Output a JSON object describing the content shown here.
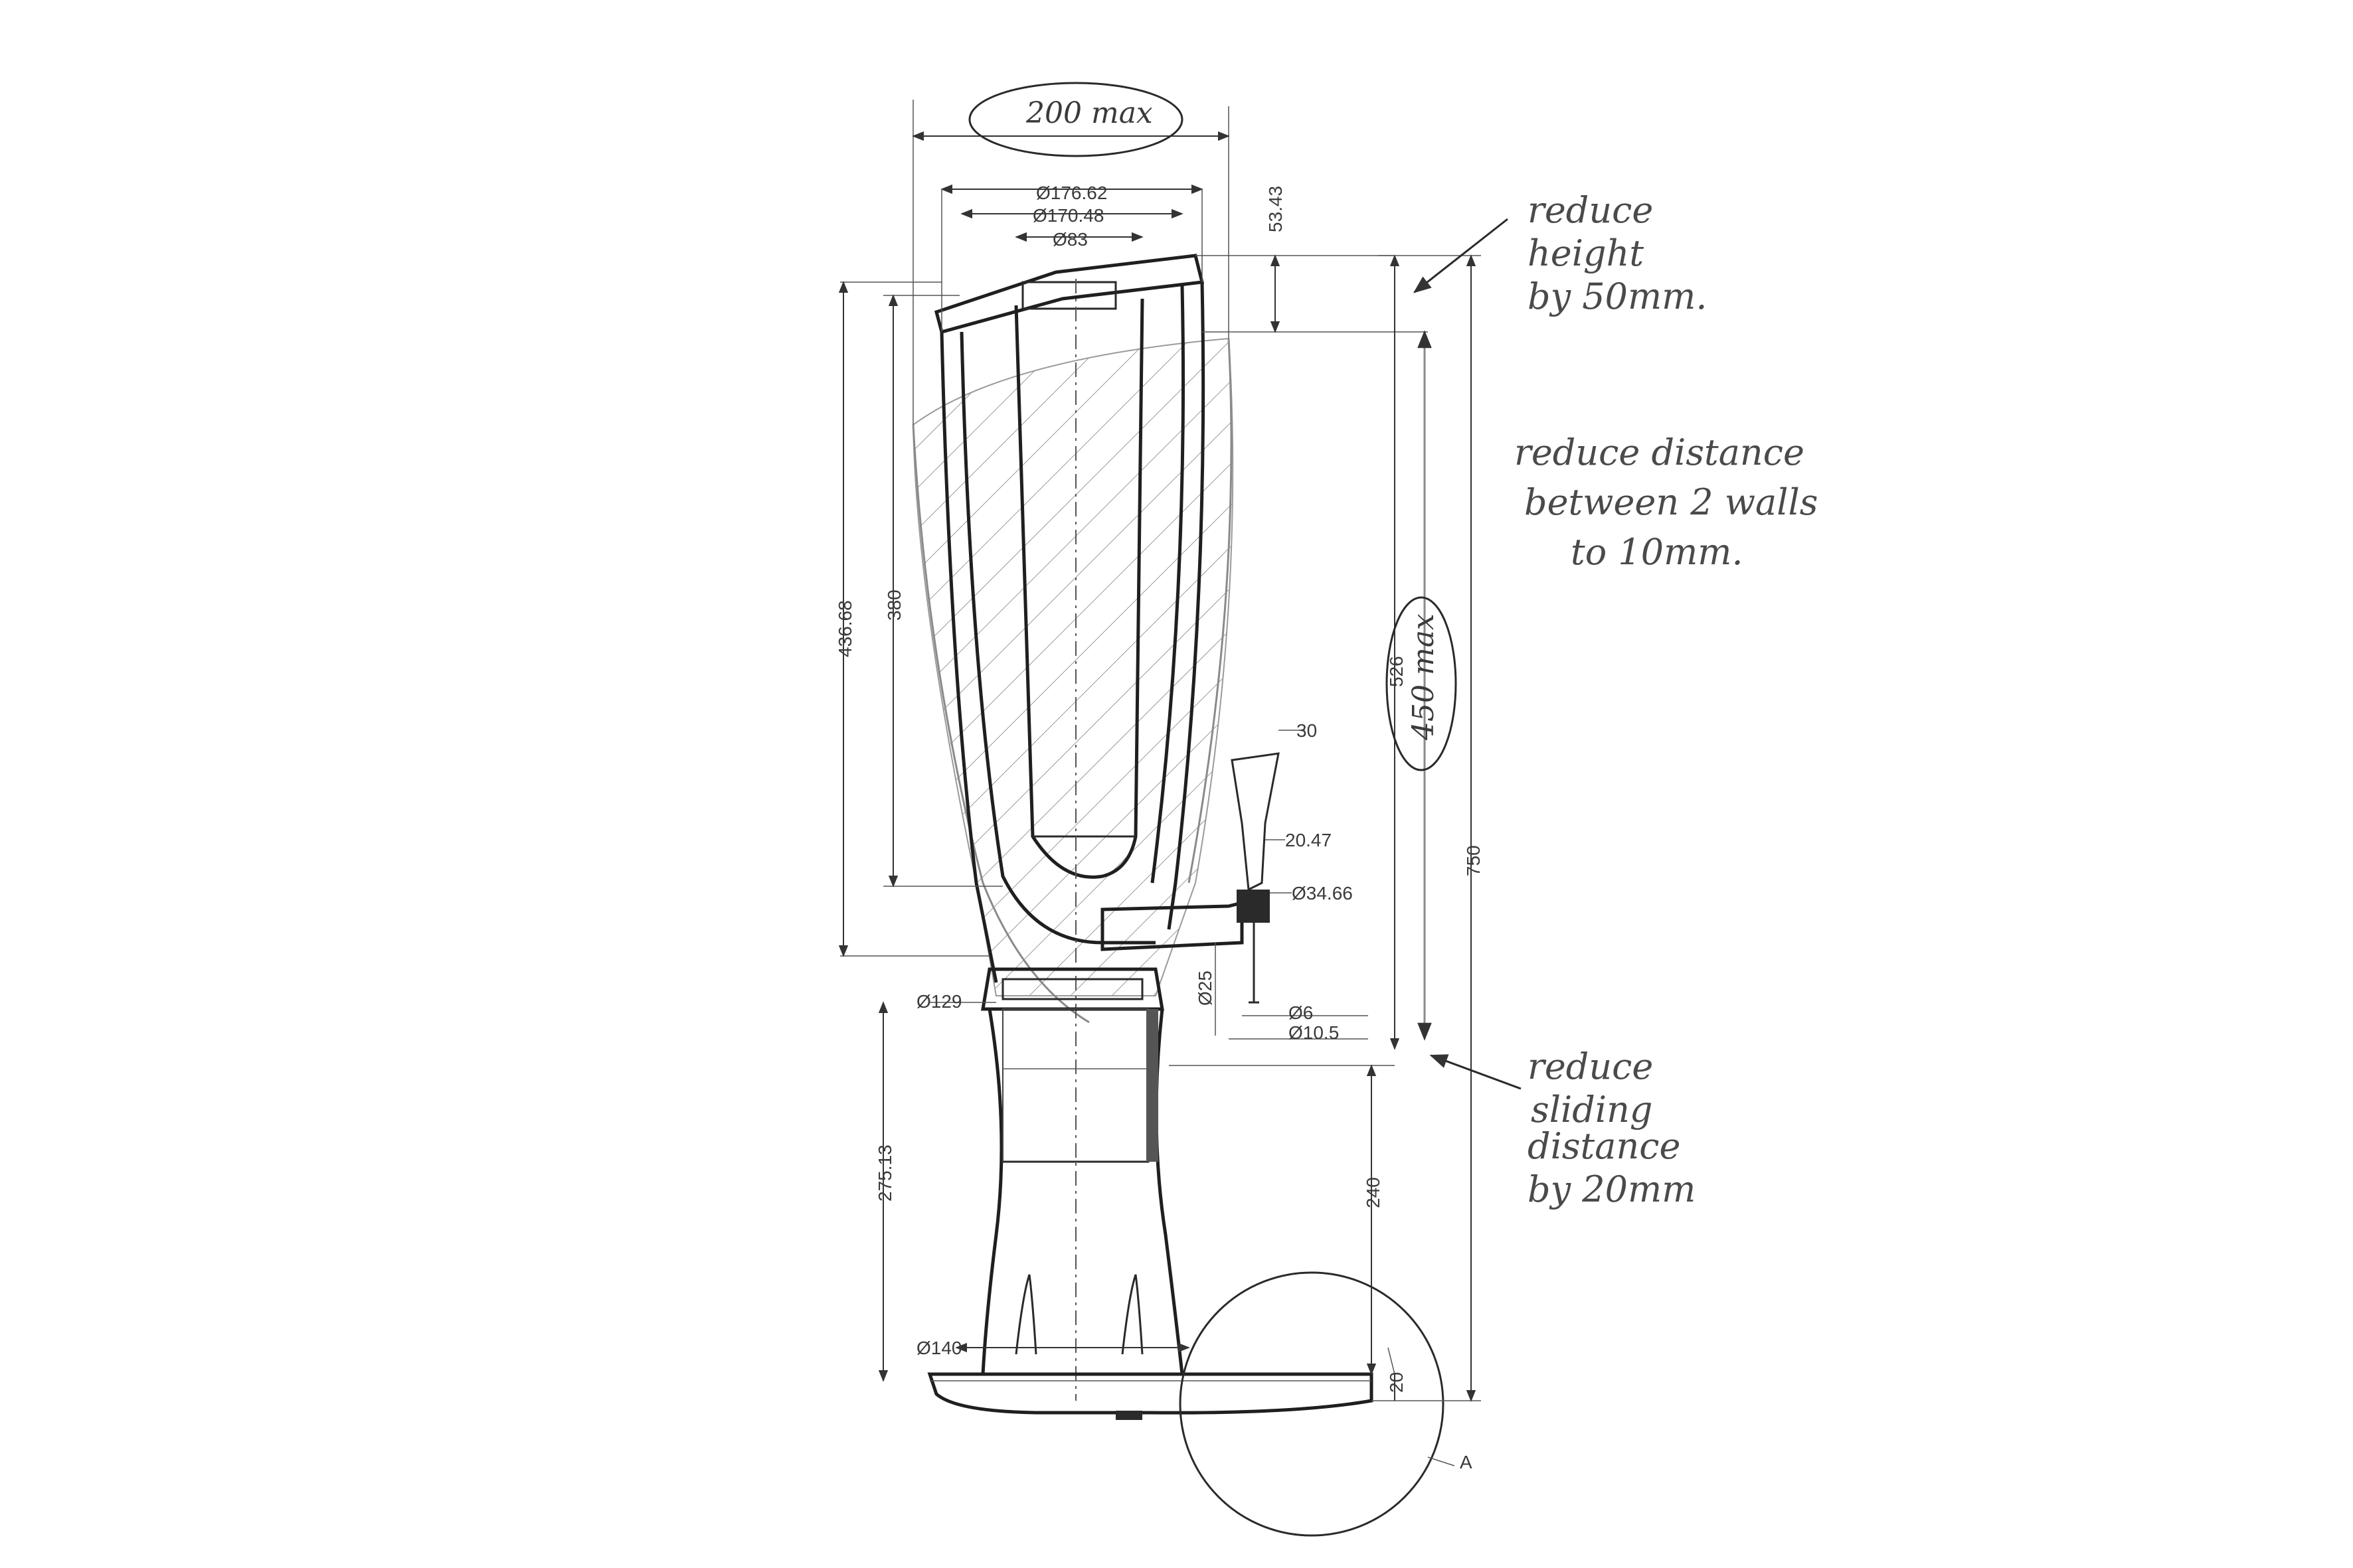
{
  "dimensions": {
    "top_max": "200 max",
    "d176": "Ø176.62",
    "d170": "Ø170.48",
    "d83": "Ø83",
    "h53": "53.43",
    "h436": "436.68",
    "h380": "380",
    "h526": "526",
    "h450max": "450 max",
    "h750": "750",
    "t30": "30",
    "t20": "20.47",
    "d34": "Ø34.66",
    "d25": "Ø25",
    "d6": "Ø6",
    "d10": "Ø10.5",
    "d129": "Ø129",
    "h275": "275.13",
    "h240": "240",
    "d140": "Ø140",
    "h20": "20",
    "detail": "A"
  },
  "notes": {
    "height": [
      "reduce",
      "height",
      "by 50mm."
    ],
    "walls": [
      "reduce distance",
      "between 2 walls",
      "to 10mm."
    ],
    "sliding": [
      "reduce",
      "sliding",
      "distance",
      "by 20mm"
    ]
  },
  "colors": {
    "ink": "#1f1f1f",
    "pencil": "#8a8a8a",
    "background": "#ffffff"
  }
}
